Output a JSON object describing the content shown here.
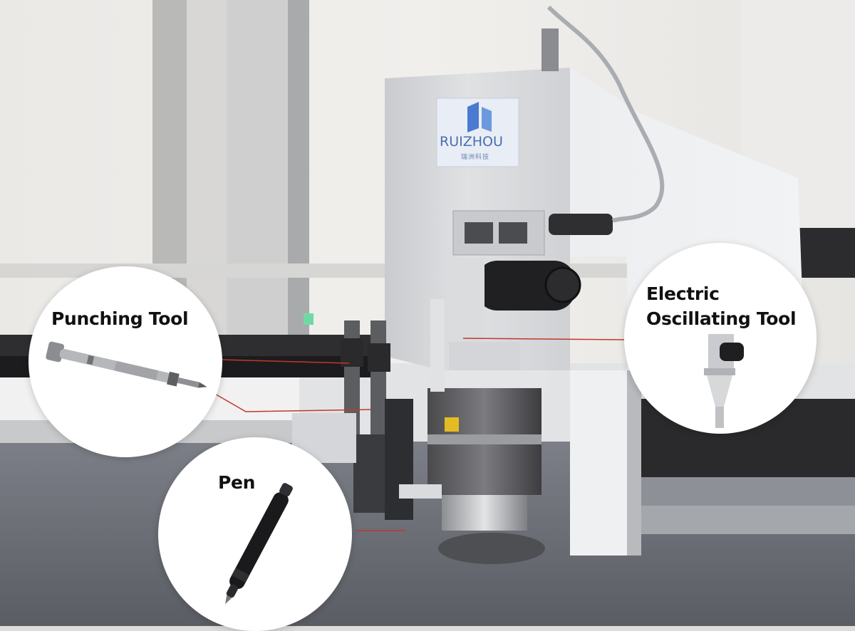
{
  "brand": {
    "name": "RUIZHOU",
    "subtitle": "瑞洲科技",
    "color": "#4a7bd0"
  },
  "callouts": {
    "punching": {
      "label": "Punching Tool"
    },
    "pen": {
      "label": "Pen"
    },
    "oscillating": {
      "line1": "Electric",
      "line2": "Oscillating Tool"
    }
  },
  "colors": {
    "leader_line": "#c0392b",
    "machine_body": "#d9dbdd",
    "conveyor": "#2b2b2b",
    "table": "#5e6168"
  },
  "icons": [
    "punching-tool-icon",
    "pen-icon",
    "oscillating-tool-icon"
  ]
}
